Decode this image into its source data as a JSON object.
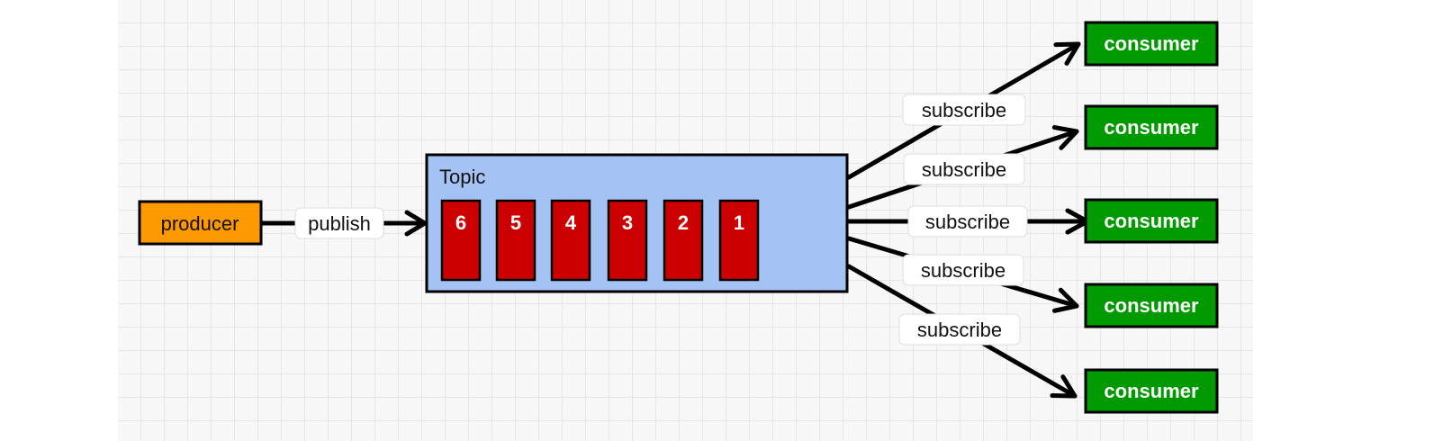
{
  "producer": {
    "label": "producer",
    "color": "#ff9900"
  },
  "publish_label": "publish",
  "topic": {
    "label": "Topic",
    "fill": "#a4c2f4",
    "messages": [
      "6",
      "5",
      "4",
      "3",
      "2",
      "1"
    ],
    "message_color": "#cc0000"
  },
  "subscriptions": [
    {
      "label": "subscribe",
      "consumer": "consumer"
    },
    {
      "label": "subscribe",
      "consumer": "consumer"
    },
    {
      "label": "subscribe",
      "consumer": "consumer"
    },
    {
      "label": "subscribe",
      "consumer": "consumer"
    },
    {
      "label": "subscribe",
      "consumer": "consumer"
    }
  ],
  "consumer_color": "#009900"
}
